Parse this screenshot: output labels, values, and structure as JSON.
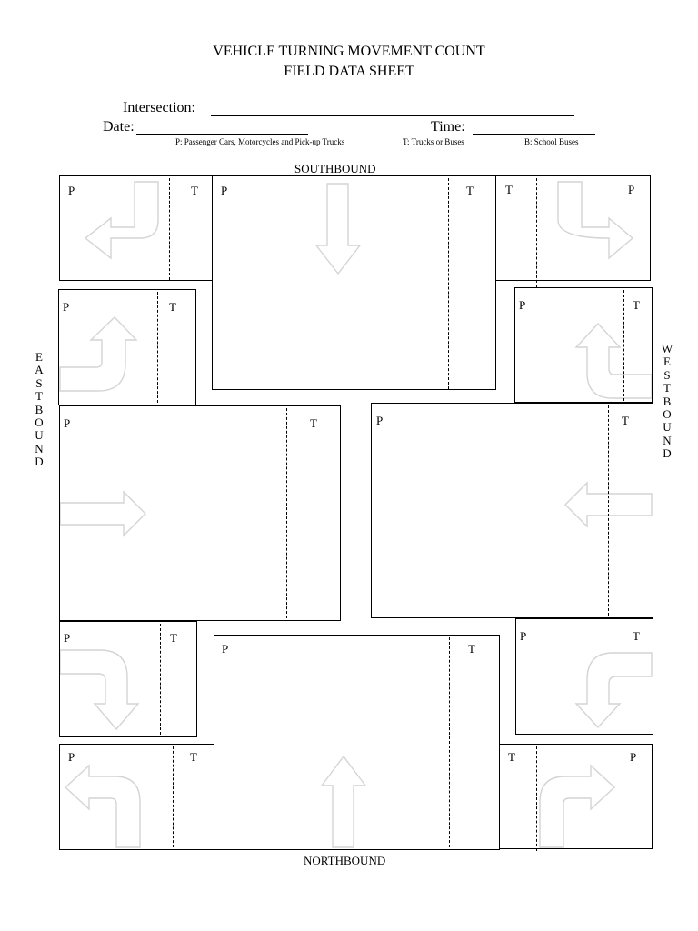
{
  "header": {
    "title_line1": "VEHICLE TURNING MOVEMENT COUNT",
    "title_line2": "FIELD DATA SHEET"
  },
  "fields": {
    "intersection_label": "Intersection:",
    "date_label": "Date:",
    "time_label": "Time:"
  },
  "legend": {
    "p": "P:  Passenger Cars, Motorcycles and Pick-up Trucks",
    "t": "T: Trucks or Buses",
    "b": "B: School Buses"
  },
  "directions": {
    "southbound": "SOUTHBOUND",
    "northbound": "NORTHBOUND",
    "eastbound": [
      "E",
      "A",
      "S",
      "T",
      "B",
      "O",
      "U",
      "N",
      "D"
    ],
    "westbound": [
      "W",
      "E",
      "S",
      "T",
      "B",
      "O",
      "U",
      "N",
      "D"
    ]
  },
  "cells": {
    "p": "P",
    "t": "T"
  },
  "style": {
    "arrow_color": "#d4d4d4"
  }
}
